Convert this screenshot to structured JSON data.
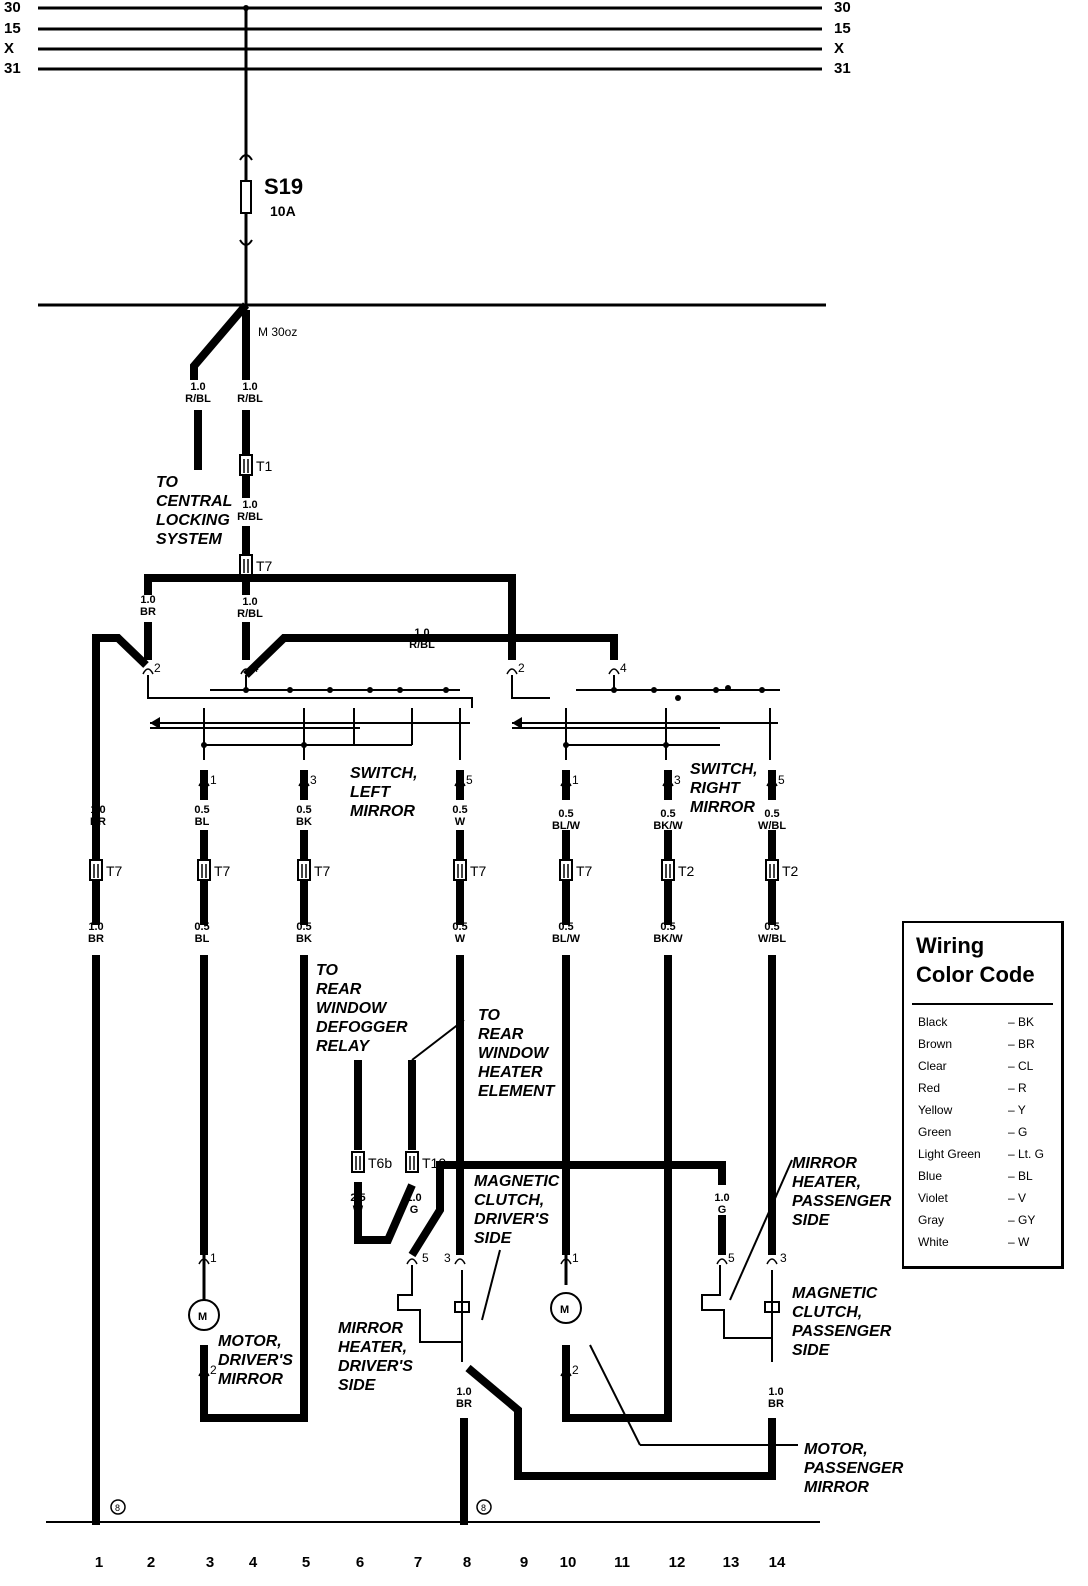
{
  "bus": {
    "left": [
      "30",
      "15",
      "X",
      "31"
    ],
    "right": [
      "30",
      "15",
      "X",
      "31"
    ]
  },
  "fuse": {
    "name": "S19",
    "rating": "10A"
  },
  "ground_point": "M 30oz",
  "wires": {
    "rbl": "1.0\nR/BL",
    "br": "1.0\nBR",
    "bl": "0.5\nBL",
    "bk": "0.5\nBK",
    "w": "0.5\nW",
    "blw": "0.5\nBL/W",
    "bkw": "0.5\nBK/W",
    "wbl": "0.5\nW/BL",
    "w25": "2.5\nW",
    "g": "1.0\nG",
    "br_lower": "1.0\nBR"
  },
  "connectors": {
    "t1": "T1",
    "t7": "T7",
    "t2": "T2",
    "t6b": "T6b",
    "t10": "T10"
  },
  "pins": {
    "p1": "1",
    "p2": "2",
    "p3": "3",
    "p4": "4",
    "p5": "5"
  },
  "labels": {
    "central_locking": "TO\nCENTRAL\nLOCKING\nSYSTEM",
    "switch_left": "SWITCH,\nLEFT\nMIRROR",
    "switch_right": "SWITCH,\nRIGHT\nMIRROR",
    "defogger": "TO\nREAR\nWINDOW\nDEFOGGER\nRELAY",
    "heater_element": "TO\nREAR\nWINDOW\nHEATER\nELEMENT",
    "clutch_driver": "MAGNETIC\nCLUTCH,\nDRIVER'S\nSIDE",
    "heater_passenger": "MIRROR\nHEATER,\nPASSENGER\nSIDE",
    "clutch_passenger": "MAGNETIC\nCLUTCH,\nPASSENGER\nSIDE",
    "motor_driver": "MOTOR,\nDRIVER'S\nMIRROR",
    "heater_driver": "MIRROR\nHEATER,\nDRIVER'S\nSIDE",
    "motor_passenger": "MOTOR,\nPASSENGER\nMIRROR",
    "motor_symbol": "M",
    "ground_symbol": "8"
  },
  "columns": [
    "1",
    "2",
    "3",
    "4",
    "5",
    "6",
    "7",
    "8",
    "9",
    "10",
    "11",
    "12",
    "13",
    "14"
  ],
  "legend": {
    "title_line1": "Wiring",
    "title_line2": "Color Code",
    "rows": [
      {
        "name": "Black",
        "code": "– BK"
      },
      {
        "name": "Brown",
        "code": "– BR"
      },
      {
        "name": "Clear",
        "code": "– CL"
      },
      {
        "name": "Red",
        "code": "– R"
      },
      {
        "name": "Yellow",
        "code": "– Y"
      },
      {
        "name": "Green",
        "code": "– G"
      },
      {
        "name": "Light Green",
        "code": "– Lt. G"
      },
      {
        "name": "Blue",
        "code": "– BL"
      },
      {
        "name": "Violet",
        "code": "– V"
      },
      {
        "name": "Gray",
        "code": "– GY"
      },
      {
        "name": "White",
        "code": "– W"
      }
    ]
  }
}
